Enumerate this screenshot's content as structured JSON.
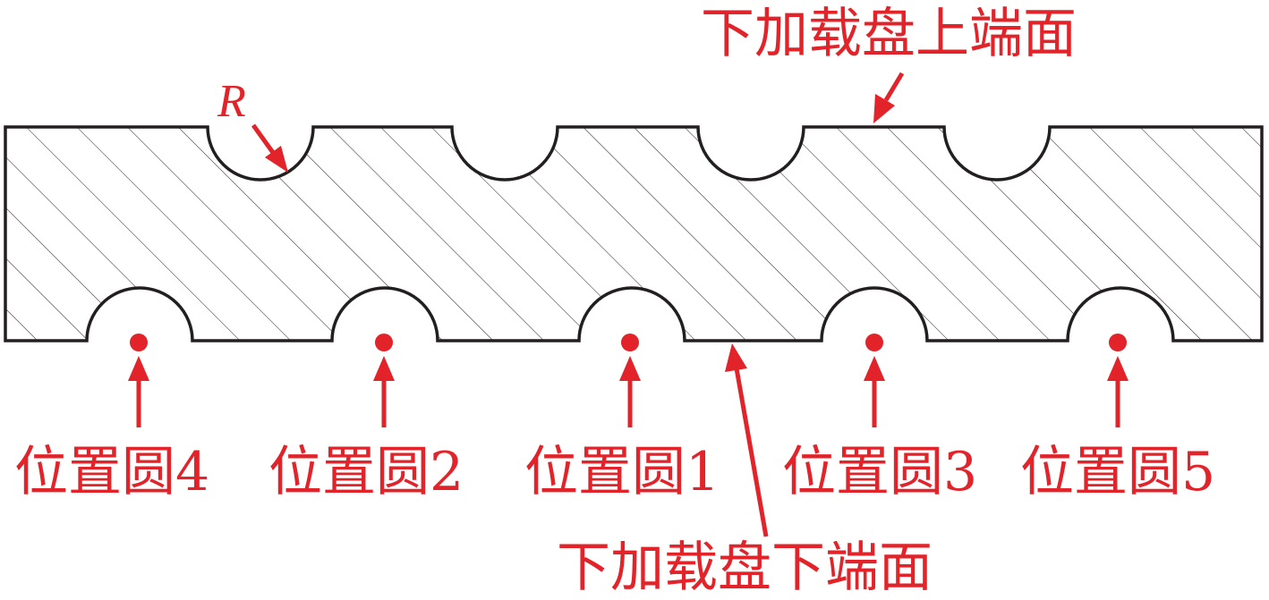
{
  "labels": {
    "upper_face": "下加载盘上端面",
    "lower_face": "下加载盘下端面",
    "radius": "R",
    "positions": [
      "位置圆4",
      "位置圆2",
      "位置圆1",
      "位置圆3",
      "位置圆5"
    ]
  },
  "colors": {
    "annotation": "#e2232a",
    "outline": "#231f20",
    "hatch": "#231f20"
  }
}
